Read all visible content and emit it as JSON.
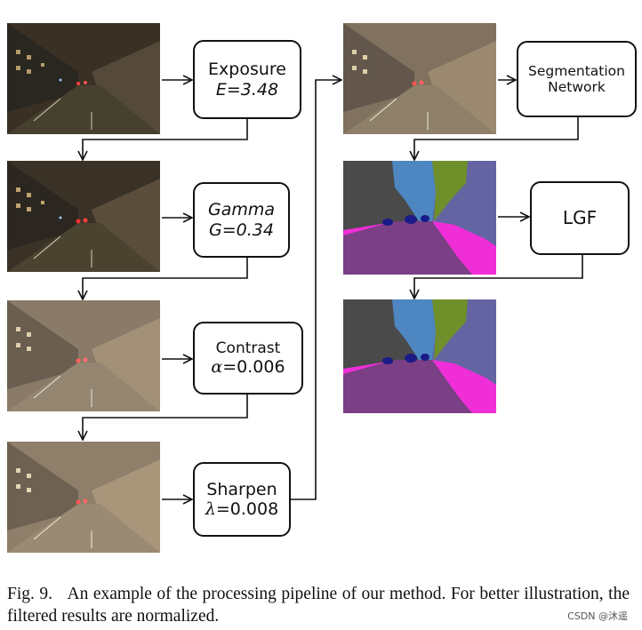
{
  "pipeline": {
    "exposure": {
      "name": "Exposure",
      "param": "E=3.48"
    },
    "gamma": {
      "name": "Gamma",
      "param": "G=0.34"
    },
    "contrast": {
      "name": "Contrast",
      "symbol": "α",
      "value": "=0.006"
    },
    "sharpen": {
      "name": "Sharpen",
      "symbol": "λ",
      "value": "=0.008"
    },
    "segmentation": {
      "line1": "Segmentation",
      "line2": "Network"
    },
    "lgf": {
      "label": "LGF"
    }
  },
  "caption": {
    "label": "Fig. 9.",
    "text": "An example of the processing pipeline of our method. For better illustration, the filtered results are normalized."
  },
  "watermark": "CSDN @沐遥",
  "colors": {
    "seg_road": "#7a3f85",
    "seg_sky": "#4a4a4a",
    "seg_building": "#4d86c0",
    "seg_vegetation": "#6e8f2a",
    "seg_wall": "#6464a2",
    "seg_sidewalk": "#f02ed8",
    "seg_car": "#1a1a88"
  }
}
